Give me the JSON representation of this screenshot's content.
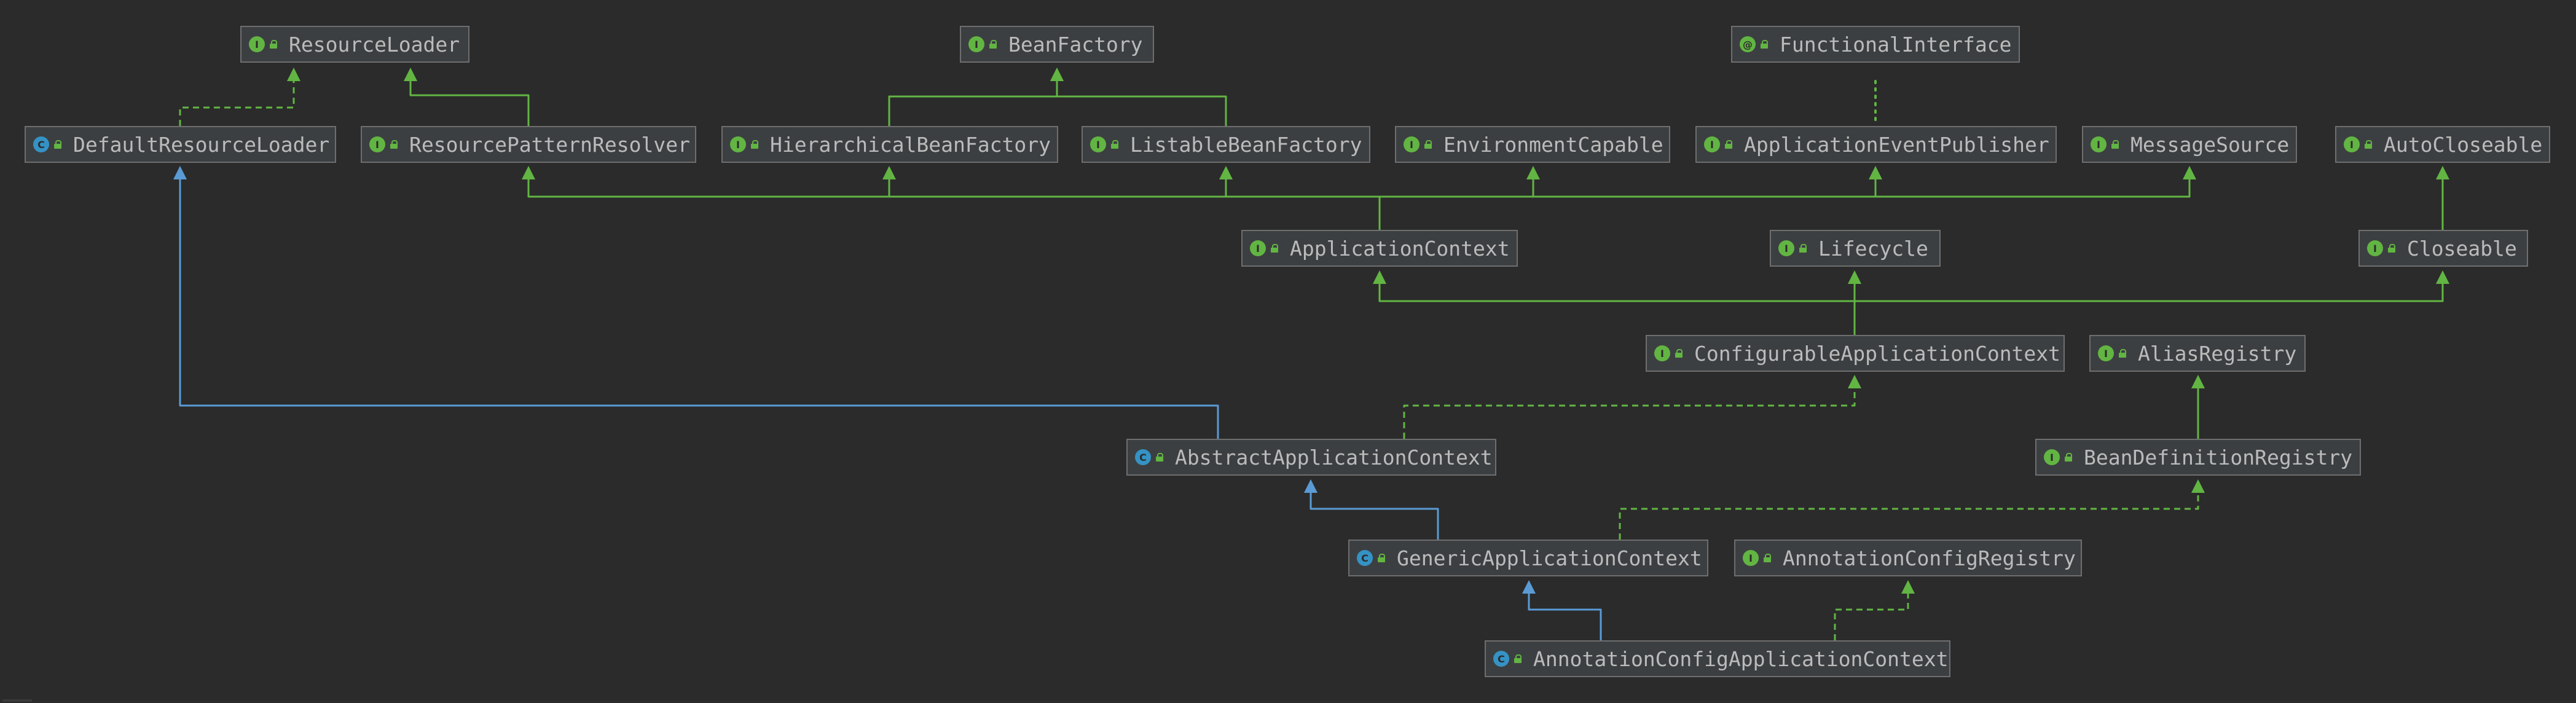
{
  "diagram": {
    "colors": {
      "background": "#2b2b2b",
      "node_fill": "#3c3f41",
      "node_border": "#6e6e6e",
      "label": "#bbbbbb",
      "extends_edge": "#5a9bd5",
      "implements_edge": "#62b543",
      "interface_badge": "#62b543",
      "class_badge": "#3592c4"
    },
    "nodes": {
      "resource_loader": {
        "label": "ResourceLoader",
        "kind": "interface",
        "badge": "I"
      },
      "bean_factory": {
        "label": "BeanFactory",
        "kind": "interface",
        "badge": "I"
      },
      "functional_interface": {
        "label": "FunctionalInterface",
        "kind": "annotation",
        "badge": "@"
      },
      "default_resource_loader": {
        "label": "DefaultResourceLoader",
        "kind": "class",
        "badge": "C"
      },
      "resource_pattern_resolver": {
        "label": "ResourcePatternResolver",
        "kind": "interface",
        "badge": "I"
      },
      "hierarchical_bean_factory": {
        "label": "HierarchicalBeanFactory",
        "kind": "interface",
        "badge": "I"
      },
      "listable_bean_factory": {
        "label": "ListableBeanFactory",
        "kind": "interface",
        "badge": "I"
      },
      "environment_capable": {
        "label": "EnvironmentCapable",
        "kind": "interface",
        "badge": "I"
      },
      "application_event_publisher": {
        "label": "ApplicationEventPublisher",
        "kind": "interface",
        "badge": "I"
      },
      "message_source": {
        "label": "MessageSource",
        "kind": "interface",
        "badge": "I"
      },
      "auto_closeable": {
        "label": "AutoCloseable",
        "kind": "interface",
        "badge": "I"
      },
      "application_context": {
        "label": "ApplicationContext",
        "kind": "interface",
        "badge": "I"
      },
      "lifecycle": {
        "label": "Lifecycle",
        "kind": "interface",
        "badge": "I"
      },
      "closeable": {
        "label": "Closeable",
        "kind": "interface",
        "badge": "I"
      },
      "configurable_application_context": {
        "label": "ConfigurableApplicationContext",
        "kind": "interface",
        "badge": "I"
      },
      "alias_registry": {
        "label": "AliasRegistry",
        "kind": "interface",
        "badge": "I"
      },
      "abstract_application_context": {
        "label": "AbstractApplicationContext",
        "kind": "abstract",
        "badge": "C"
      },
      "bean_definition_registry": {
        "label": "BeanDefinitionRegistry",
        "kind": "interface",
        "badge": "I"
      },
      "generic_application_context": {
        "label": "GenericApplicationContext",
        "kind": "class",
        "badge": "C"
      },
      "annotation_config_registry": {
        "label": "AnnotationConfigRegistry",
        "kind": "interface",
        "badge": "I"
      },
      "annotation_config_application_context": {
        "label": "AnnotationConfigApplicationContext",
        "kind": "class",
        "badge": "C"
      }
    },
    "edges": [
      {
        "from": "default_resource_loader",
        "to": "resource_loader",
        "type": "implements"
      },
      {
        "from": "resource_pattern_resolver",
        "to": "resource_loader",
        "type": "extends-interface"
      },
      {
        "from": "hierarchical_bean_factory",
        "to": "bean_factory",
        "type": "extends-interface"
      },
      {
        "from": "listable_bean_factory",
        "to": "bean_factory",
        "type": "extends-interface"
      },
      {
        "from": "application_event_publisher",
        "to": "functional_interface",
        "type": "annotated"
      },
      {
        "from": "application_context",
        "to": "resource_pattern_resolver",
        "type": "extends-interface"
      },
      {
        "from": "application_context",
        "to": "hierarchical_bean_factory",
        "type": "extends-interface"
      },
      {
        "from": "application_context",
        "to": "listable_bean_factory",
        "type": "extends-interface"
      },
      {
        "from": "application_context",
        "to": "environment_capable",
        "type": "extends-interface"
      },
      {
        "from": "application_context",
        "to": "application_event_publisher",
        "type": "extends-interface"
      },
      {
        "from": "application_context",
        "to": "message_source",
        "type": "extends-interface"
      },
      {
        "from": "closeable",
        "to": "auto_closeable",
        "type": "extends-interface"
      },
      {
        "from": "configurable_application_context",
        "to": "application_context",
        "type": "extends-interface"
      },
      {
        "from": "configurable_application_context",
        "to": "lifecycle",
        "type": "extends-interface"
      },
      {
        "from": "configurable_application_context",
        "to": "closeable",
        "type": "extends-interface"
      },
      {
        "from": "abstract_application_context",
        "to": "default_resource_loader",
        "type": "extends"
      },
      {
        "from": "abstract_application_context",
        "to": "configurable_application_context",
        "type": "implements"
      },
      {
        "from": "bean_definition_registry",
        "to": "alias_registry",
        "type": "extends-interface"
      },
      {
        "from": "generic_application_context",
        "to": "abstract_application_context",
        "type": "extends"
      },
      {
        "from": "generic_application_context",
        "to": "bean_definition_registry",
        "type": "implements"
      },
      {
        "from": "annotation_config_application_context",
        "to": "generic_application_context",
        "type": "extends"
      },
      {
        "from": "annotation_config_application_context",
        "to": "annotation_config_registry",
        "type": "implements"
      }
    ]
  }
}
